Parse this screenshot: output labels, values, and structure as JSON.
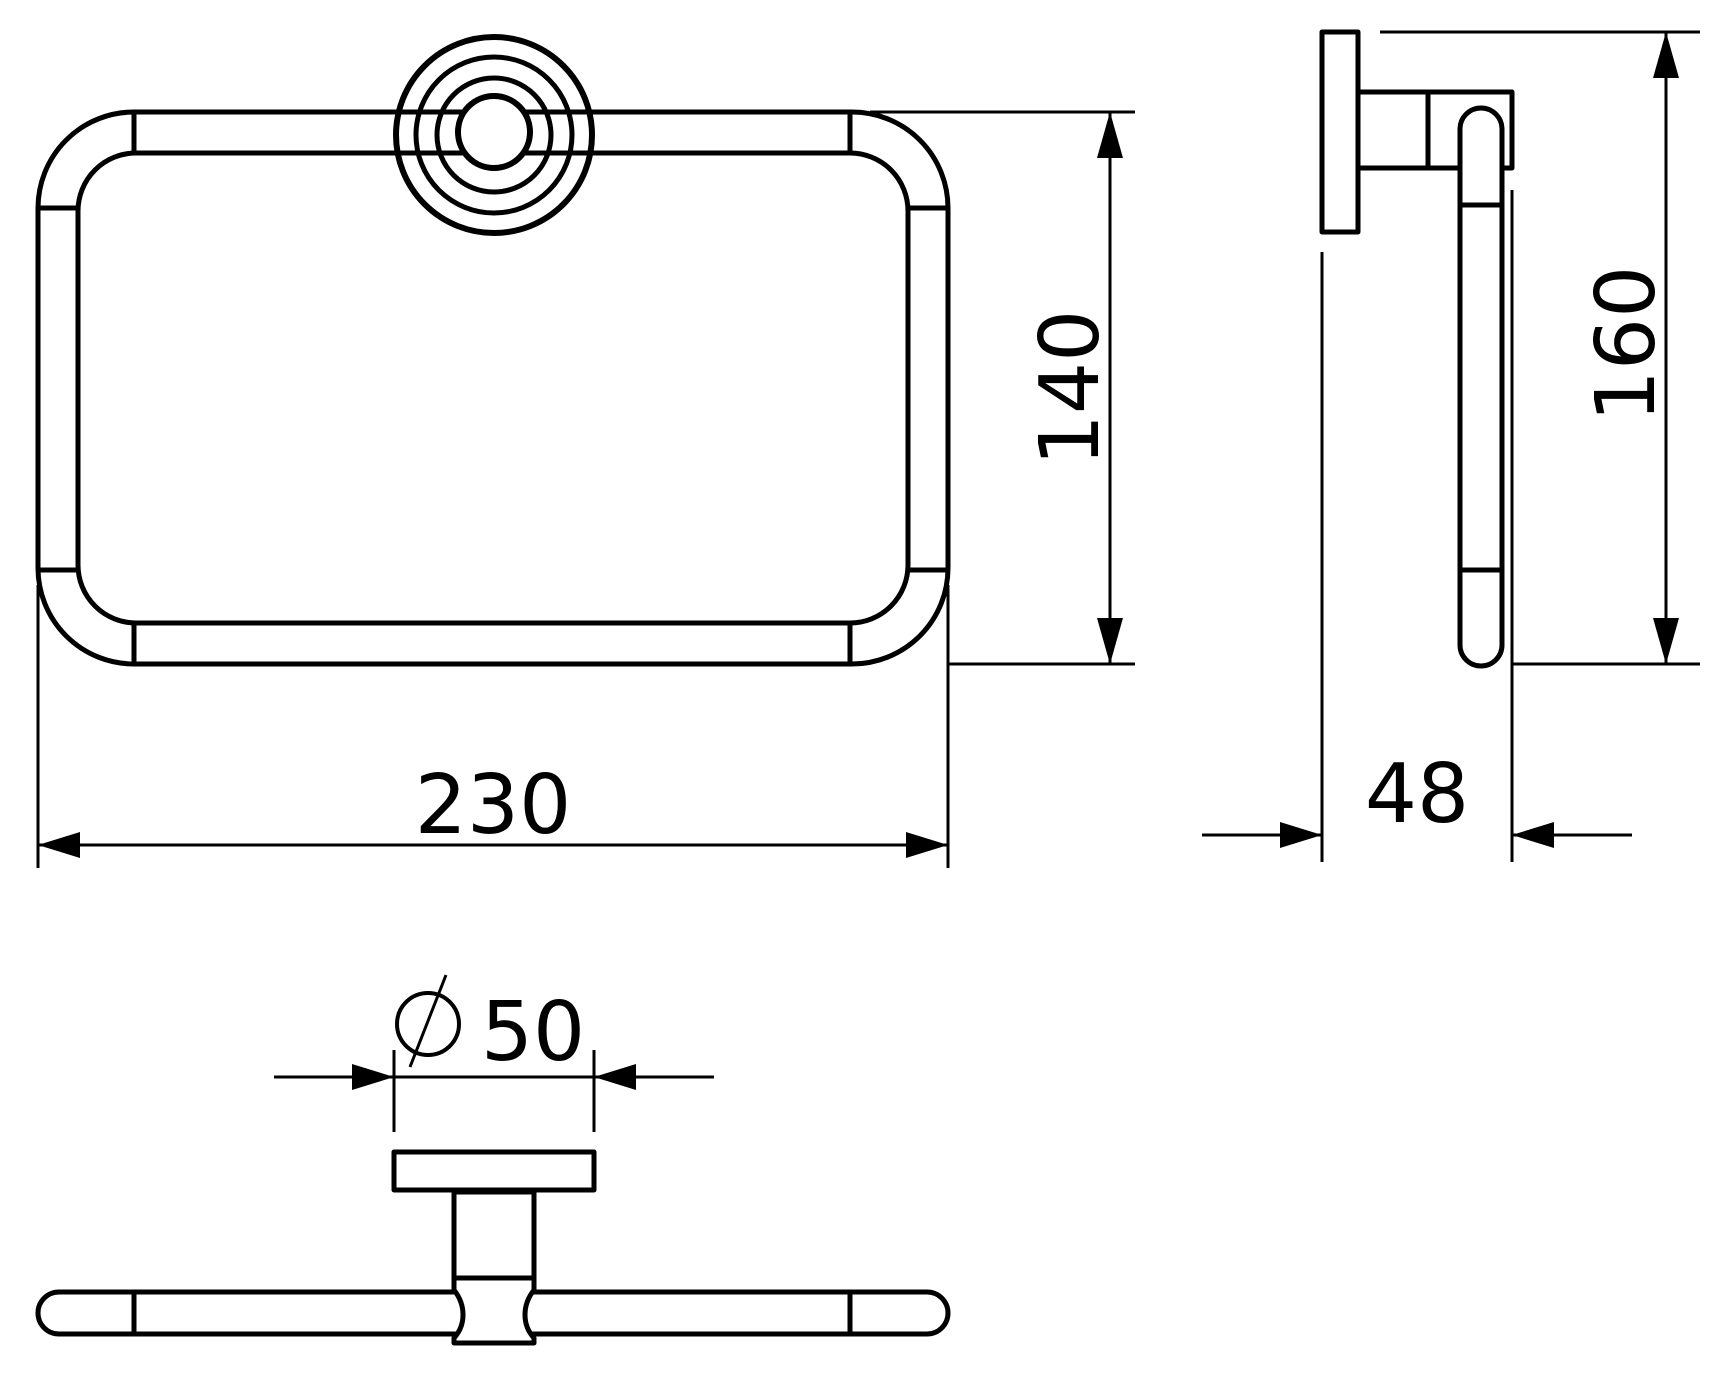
{
  "drawing": {
    "colors": {
      "line": "#000000",
      "background": "#ffffff"
    },
    "dimensions": {
      "width": "230",
      "height": "140",
      "depth": "48",
      "overall_height": "160",
      "diameter_symbol": "Ø",
      "diameter": "50"
    }
  }
}
